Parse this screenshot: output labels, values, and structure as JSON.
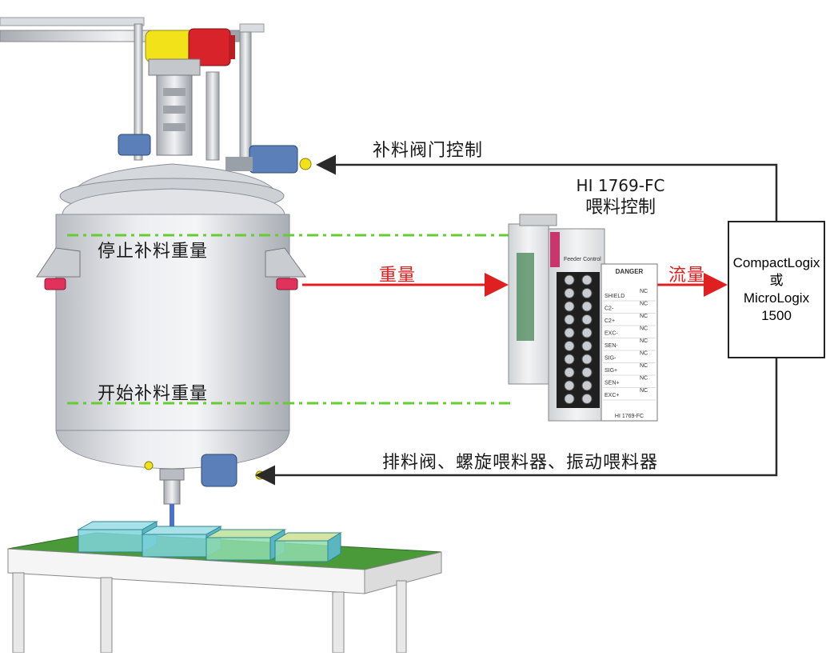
{
  "labels": {
    "feed_valve_control": "补料阀门控制",
    "module_model": "HI 1769-FC",
    "module_function": "喂料控制",
    "stop_feed_weight": "停止补料重量",
    "start_feed_weight": "开始补料重量",
    "weight": "重量",
    "flow": "流量",
    "discharge_devices": "排料阀、螺旋喂料器、振动喂料器"
  },
  "plc": {
    "line1": "CompactLogix",
    "line2": "或",
    "line3": "MicroLogix",
    "line4": "1500"
  },
  "module": {
    "brand_strip": "Feeder Control",
    "danger": "DANGER",
    "terminals": [
      "SHIELD",
      "C2-",
      "C2+",
      "EXC-",
      "SEN-",
      "SIG-",
      "SIG+",
      "SEN+",
      "EXC+"
    ],
    "nc_label": "NC",
    "footer_model": "HI 1769-FC"
  },
  "colors": {
    "arrow_red": "#e02020",
    "dashdot_green": "#66cc33",
    "line_dark": "#2a2a2a",
    "motor_yellow": "#f2e21a",
    "motor_red": "#d8232a",
    "actuator_blue": "#5b7fb8",
    "tray_teal": "#7fd3dc",
    "conveyor_green": "#4a9a3a"
  }
}
